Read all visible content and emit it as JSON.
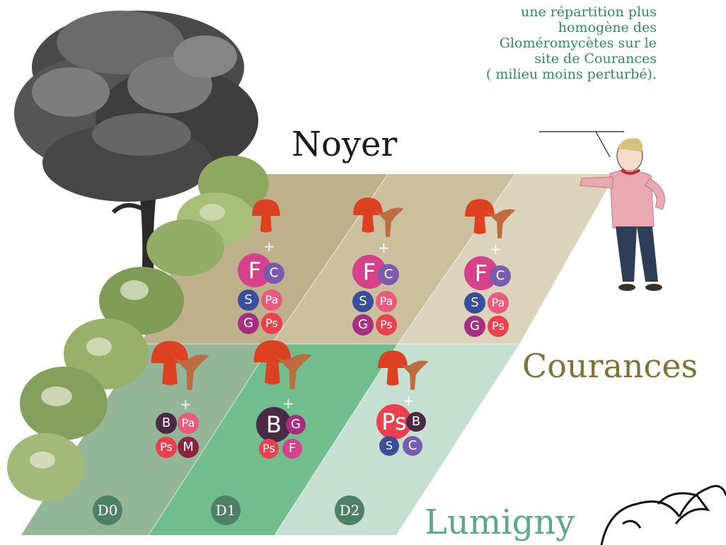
{
  "caption": {
    "lines": [
      "une répartition plus",
      "homogène des",
      "Gloméromycètes sur le",
      "site de Courances",
      "( milieu moins perturbé)."
    ]
  },
  "sites": {
    "noyer": "Noyer",
    "courances": "Courances",
    "lumigny": "Lumigny"
  },
  "zones": [
    "D0",
    "D1",
    "D2"
  ],
  "plus_sign": "+",
  "colors": {
    "F": "#d5418a",
    "C": "#7a5cac",
    "S": "#3a4f9c",
    "Pa": "#e95a7d",
    "G": "#a5307e",
    "Ps": "#e9424e",
    "B": "#4a2a45",
    "M": "#8e2340",
    "panel_courances_dark": "#bfb08c",
    "panel_courances_light": "#d8ceb6",
    "panel_lumigny_d0": "#93b698",
    "panel_lumigny_d1": "#72bd8d",
    "panel_lumigny_d2": "#c5dfd1",
    "mushroom": "#dc4121",
    "chanterelle": "#bd6b40"
  },
  "groups": [
    {
      "row": "courances",
      "zone": "D0",
      "items": [
        {
          "id": "F",
          "label": "F",
          "size": "large"
        },
        {
          "id": "C",
          "label": "C",
          "size": "small"
        },
        {
          "id": "S",
          "label": "S",
          "size": "small"
        },
        {
          "id": "Pa",
          "label": "Pa",
          "size": "small"
        },
        {
          "id": "G",
          "label": "G",
          "size": "small"
        },
        {
          "id": "Ps",
          "label": "Ps",
          "size": "small"
        }
      ]
    },
    {
      "row": "courances",
      "zone": "D1",
      "items": [
        {
          "id": "F",
          "label": "F",
          "size": "large"
        },
        {
          "id": "C",
          "label": "C",
          "size": "small"
        },
        {
          "id": "S",
          "label": "S",
          "size": "small"
        },
        {
          "id": "Pa",
          "label": "Pa",
          "size": "small"
        },
        {
          "id": "G",
          "label": "G",
          "size": "small"
        },
        {
          "id": "Ps",
          "label": "Ps",
          "size": "small"
        }
      ]
    },
    {
      "row": "courances",
      "zone": "D2",
      "items": [
        {
          "id": "F",
          "label": "F",
          "size": "large"
        },
        {
          "id": "C",
          "label": "C",
          "size": "small"
        },
        {
          "id": "S",
          "label": "S",
          "size": "small"
        },
        {
          "id": "Pa",
          "label": "Pa",
          "size": "small"
        },
        {
          "id": "G",
          "label": "G",
          "size": "small"
        },
        {
          "id": "Ps",
          "label": "Ps",
          "size": "small"
        }
      ]
    },
    {
      "row": "lumigny",
      "zone": "D0",
      "items": [
        {
          "id": "B",
          "label": "B",
          "size": "small"
        },
        {
          "id": "Pa",
          "label": "Pa",
          "size": "small"
        },
        {
          "id": "Ps",
          "label": "Ps",
          "size": "small"
        },
        {
          "id": "M",
          "label": "M",
          "size": "small"
        }
      ]
    },
    {
      "row": "lumigny",
      "zone": "D1",
      "items": [
        {
          "id": "B",
          "label": "B",
          "size": "large"
        },
        {
          "id": "G",
          "label": "G",
          "size": "small"
        },
        {
          "id": "Ps",
          "label": "Ps",
          "size": "small"
        },
        {
          "id": "F",
          "label": "F",
          "size": "small"
        }
      ]
    },
    {
      "row": "lumigny",
      "zone": "D2",
      "items": [
        {
          "id": "Ps",
          "label": "Ps",
          "size": "large"
        },
        {
          "id": "B",
          "label": "B",
          "size": "small"
        },
        {
          "id": "S",
          "label": "S",
          "size": "small"
        },
        {
          "id": "C",
          "label": "C",
          "size": "small"
        }
      ]
    }
  ]
}
